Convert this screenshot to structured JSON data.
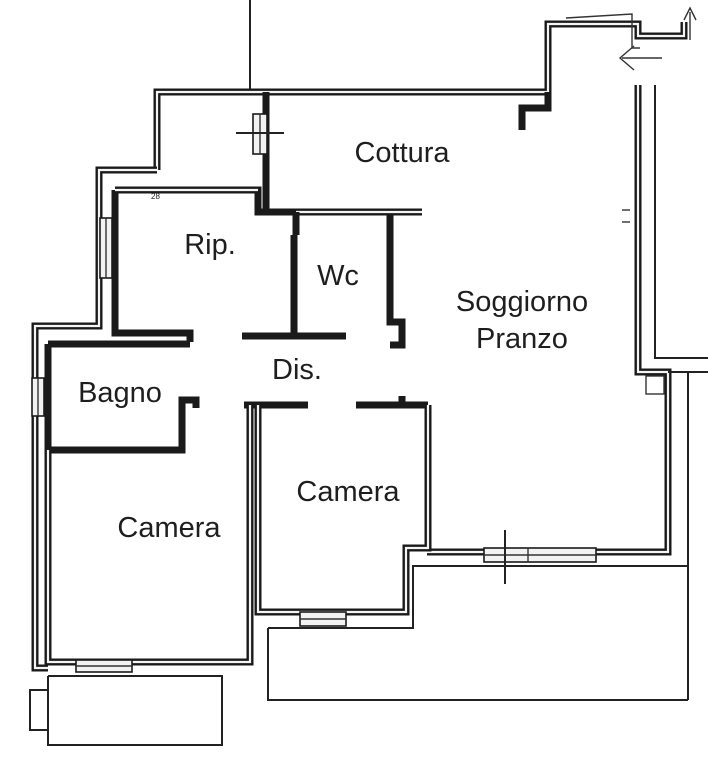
{
  "rooms": {
    "cottura": "Cottura",
    "ripostiglio": "Rip.",
    "wc": "Wc",
    "soggiorno_line1": "Soggiorno",
    "soggiorno_line2": "Pranzo",
    "disimpegno": "Dis.",
    "bagno": "Bagno",
    "camera_left": "Camera",
    "camera_center": "Camera"
  },
  "markings": {
    "small_tag": "28"
  },
  "colors": {
    "ink": "#1a1a1a",
    "paper": "#ffffff"
  }
}
